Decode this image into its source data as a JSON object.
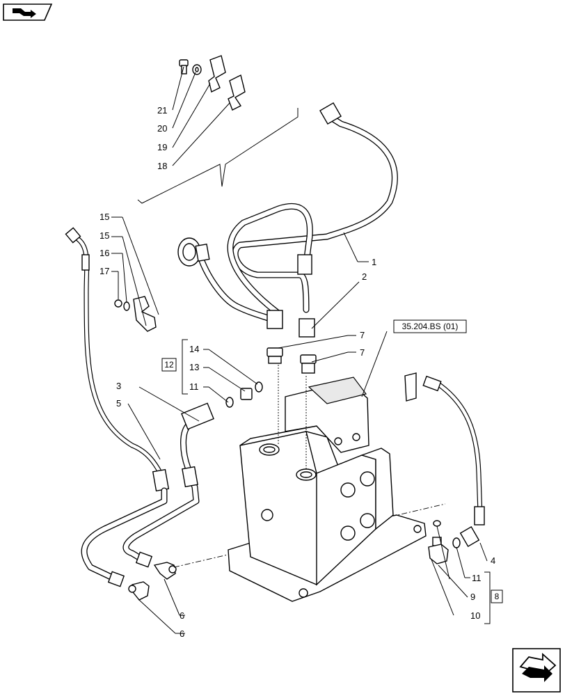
{
  "diagram": {
    "reference_box": "35.204.BS (01)",
    "group_boxes": [
      "12",
      "8"
    ],
    "callouts": [
      "21",
      "20",
      "19",
      "18",
      "1",
      "2",
      "15",
      "15",
      "16",
      "17",
      "7",
      "7",
      "14",
      "13",
      "11",
      "3",
      "5",
      "6",
      "6",
      "4",
      "11",
      "9",
      "10"
    ]
  },
  "nav": {
    "prev_icon": "book-arrow-icon",
    "next_icon": "next-page-arrow-icon"
  }
}
